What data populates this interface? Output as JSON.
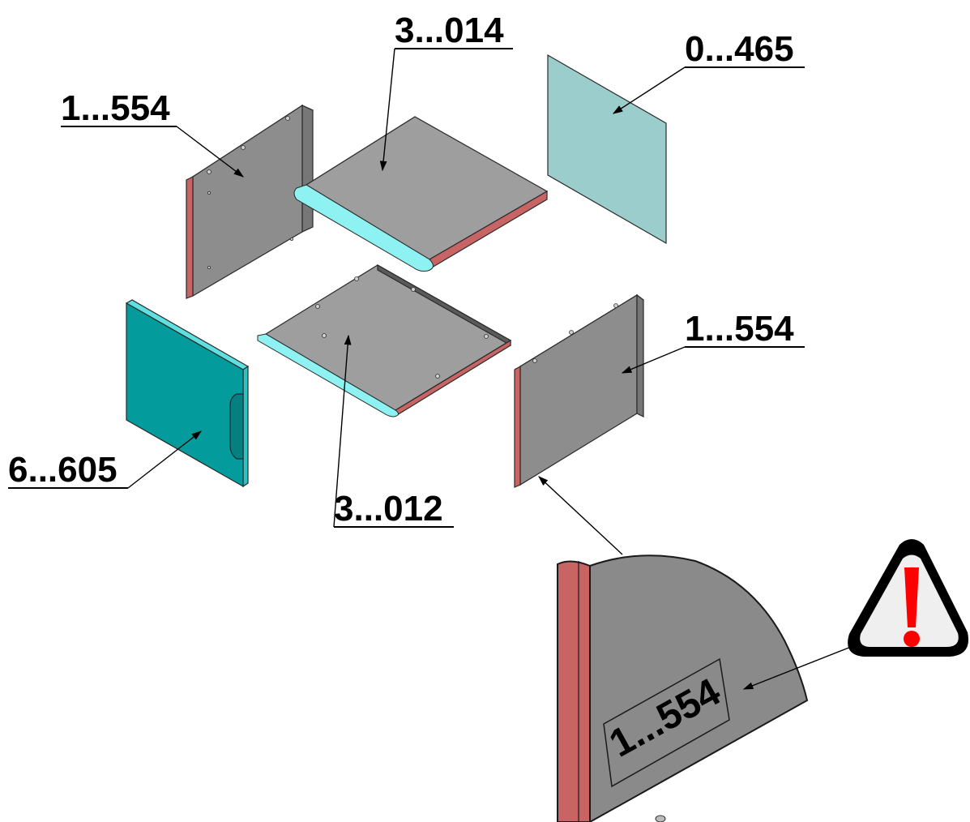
{
  "colors": {
    "panel_gray": "#9e9e9e",
    "panel_dark_gray": "#8a8a8a",
    "edge_red": "#c96464",
    "edge_cyan": "#8ff2f2",
    "glass": "#9ccdcd",
    "door_teal": "#039b9b",
    "warning_red": "#ff0000"
  },
  "callouts": {
    "top_panel": "3...014",
    "glass_panel": "0...465",
    "left_side_panel": "1...554",
    "right_side_panel": "1...554",
    "door_panel": "6...605",
    "bottom_panel": "3...012"
  },
  "detail": {
    "label": "1...554",
    "icon": "warning-triangle-icon"
  }
}
